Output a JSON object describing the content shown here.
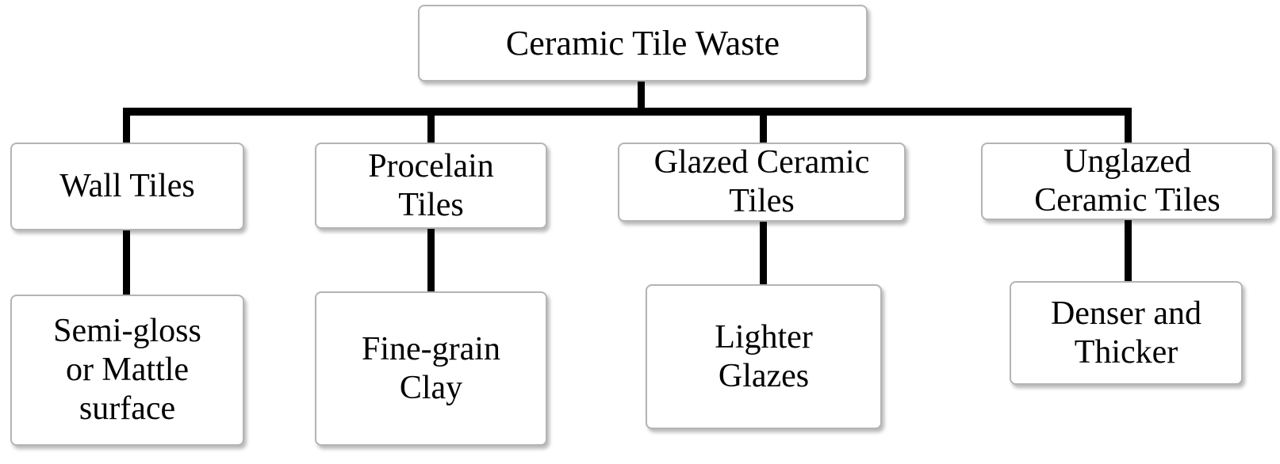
{
  "root": {
    "label": "Ceramic Tile Waste"
  },
  "categories": [
    {
      "label": "Wall Tiles",
      "detail": "Semi-gloss or Mattle surface"
    },
    {
      "label": "Procelain Tiles",
      "detail": "Fine-grain Clay"
    },
    {
      "label": "Glazed Ceramic Tiles",
      "detail": "Lighter Glazes"
    },
    {
      "label": "Unglazed Ceramic Tiles",
      "detail": "Denser and Thicker"
    }
  ],
  "colors": {
    "line": "#000000",
    "box_border": "#b4b4b4",
    "box_fill": "#ffffff"
  }
}
